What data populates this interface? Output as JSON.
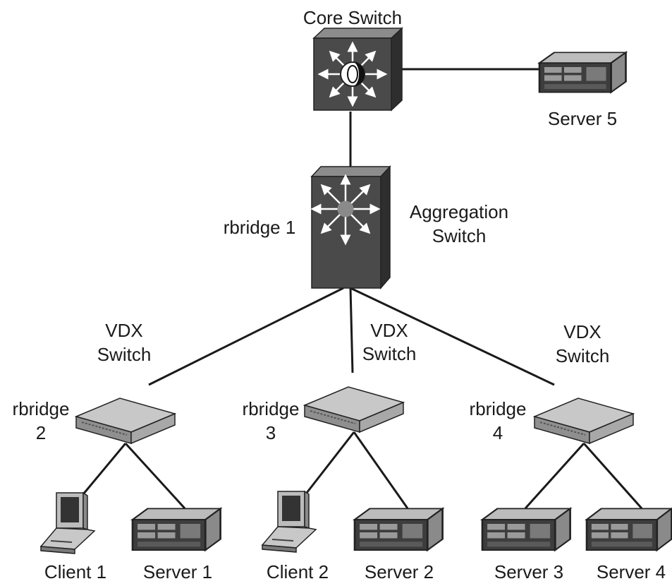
{
  "labels": {
    "core_switch": "Core Switch",
    "server5": "Server 5",
    "rbridge1": "rbridge 1",
    "aggregation_line1": "Aggregation",
    "aggregation_line2": "Switch",
    "vdx_a_line1": "VDX",
    "vdx_a_line2": "Switch",
    "vdx_b_line1": "VDX",
    "vdx_b_line2": "Switch",
    "vdx_c_line1": "VDX",
    "vdx_c_line2": "Switch",
    "rbridge2_line1": "rbridge",
    "rbridge2_line2": "2",
    "rbridge3_line1": "rbridge",
    "rbridge3_line2": "3",
    "rbridge4_line1": "rbridge",
    "rbridge4_line2": "4",
    "client1": "Client 1",
    "server1": "Server 1",
    "client2": "Client 2",
    "server2": "Server 2",
    "server3": "Server 3",
    "server4": "Server 4"
  },
  "icons": {
    "core": "core-switch-icon",
    "aggregation": "aggregation-switch-icon",
    "vdx": "vdx-switch-icon",
    "server": "server-icon",
    "client": "client-computer-icon"
  },
  "colors": {
    "switch_dark": "#4a4a4a",
    "switch_side": "#2e2e2e",
    "switch_top": "#8c8c8c",
    "vdx_body": "#b9b9b9",
    "line": "#1a1a1a"
  }
}
